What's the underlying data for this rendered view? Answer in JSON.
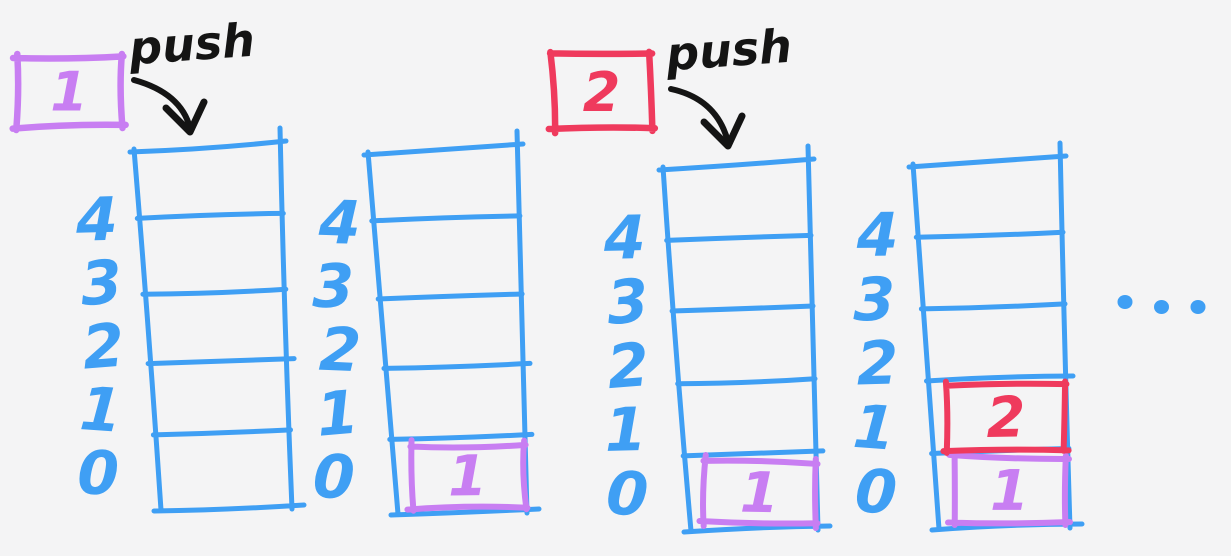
{
  "title": "Hand-drawn stack push diagram",
  "colors": {
    "background": "#f4f4f5",
    "stack_blue": "#3f9ff4",
    "purple": "#c87ef2",
    "red": "#ef3a5d",
    "ink": "#141414"
  },
  "index_labels": [
    "4",
    "3",
    "2",
    "1",
    "0"
  ],
  "pushes": [
    {
      "label": "push",
      "value": "1",
      "color": "purple"
    },
    {
      "label": "push",
      "value": "2",
      "color": "red"
    }
  ],
  "stacks": [
    {
      "name": "stack-initial-empty",
      "items": []
    },
    {
      "name": "stack-after-push-1",
      "items": [
        {
          "slot": 0,
          "value": "1",
          "color": "purple"
        }
      ]
    },
    {
      "name": "stack-before-push-2",
      "items": [
        {
          "slot": 0,
          "value": "1",
          "color": "purple"
        }
      ]
    },
    {
      "name": "stack-after-push-2",
      "items": [
        {
          "slot": 0,
          "value": "1",
          "color": "purple"
        },
        {
          "slot": 1,
          "value": "2",
          "color": "red"
        }
      ]
    }
  ],
  "ellipsis": "..."
}
